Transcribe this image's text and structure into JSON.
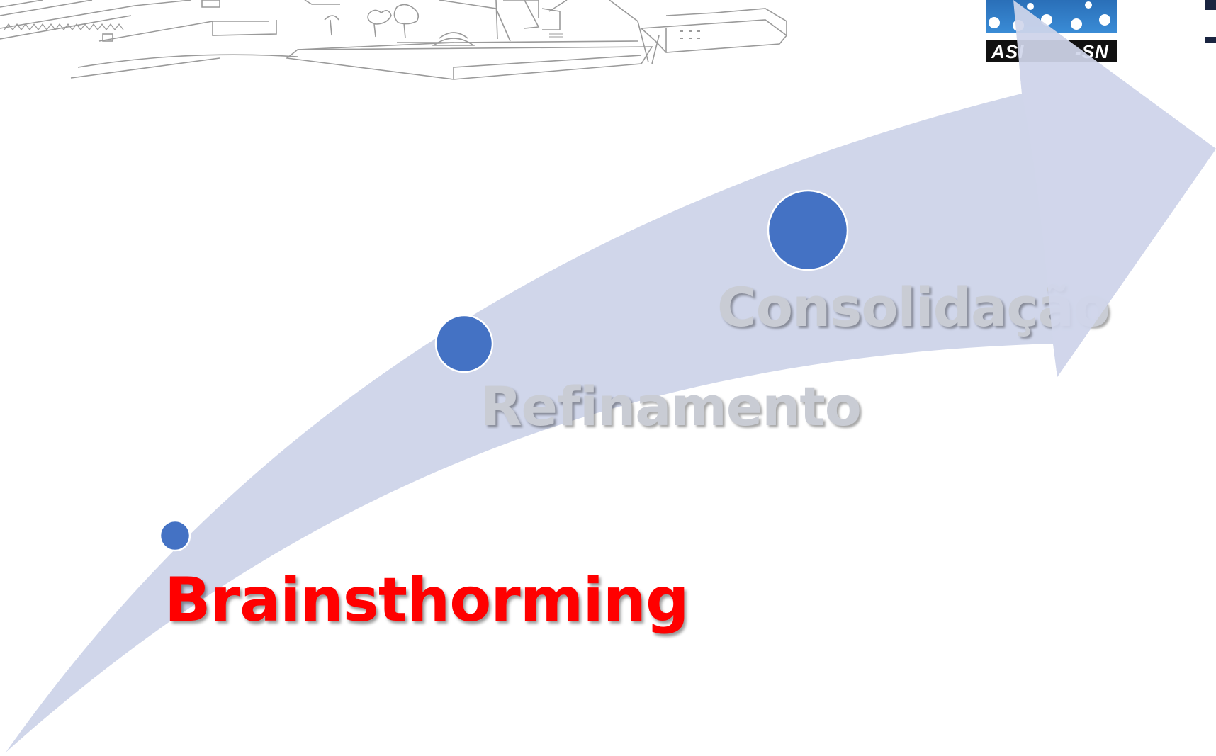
{
  "diagram": {
    "stages": [
      {
        "label": "Brainsthorming",
        "active": true
      },
      {
        "label": "Refinamento",
        "active": false
      },
      {
        "label": "Consolidação",
        "active": false
      }
    ],
    "colors": {
      "arrow": "#d0d6ea",
      "dot_fill": "#4472c4",
      "dot_stroke": "#ffffff",
      "active_text": "#ff0000",
      "inactive_text": "#c9ccd4",
      "sketch_line": "#9a9a9a"
    }
  },
  "logo": {
    "text": "ASI",
    "text_suffix": "-SN",
    "icon": "association-logo-icon"
  },
  "header": {
    "illustration": "campus-buildings-sketch"
  }
}
